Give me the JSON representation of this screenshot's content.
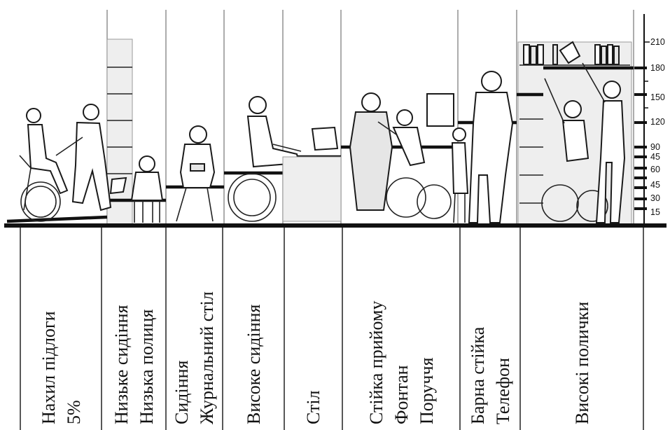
{
  "columns": [
    {
      "lines": [
        "Нахил підлоги",
        "5%"
      ]
    },
    {
      "lines": [
        "Низьке сидіння",
        "Низька полиця"
      ]
    },
    {
      "lines": [
        "Сидіння",
        "Журнальний стіл"
      ]
    },
    {
      "lines": [
        "Високе сидіння"
      ]
    },
    {
      "lines": [
        "Стіл"
      ]
    },
    {
      "lines": [
        "Стійка прийому",
        "Фонтан",
        "Поруччя"
      ]
    },
    {
      "lines": [
        "Барна стійка",
        "Телефон"
      ]
    },
    {
      "lines": [
        "Високі полички"
      ]
    }
  ],
  "scale_labels": [
    "210",
    "180",
    "150",
    "120",
    "90",
    "45",
    "60",
    "45",
    "30",
    "15"
  ],
  "colors": {
    "lines": "#111111",
    "fill": "#e6e6e6",
    "background": "#ffffff"
  }
}
